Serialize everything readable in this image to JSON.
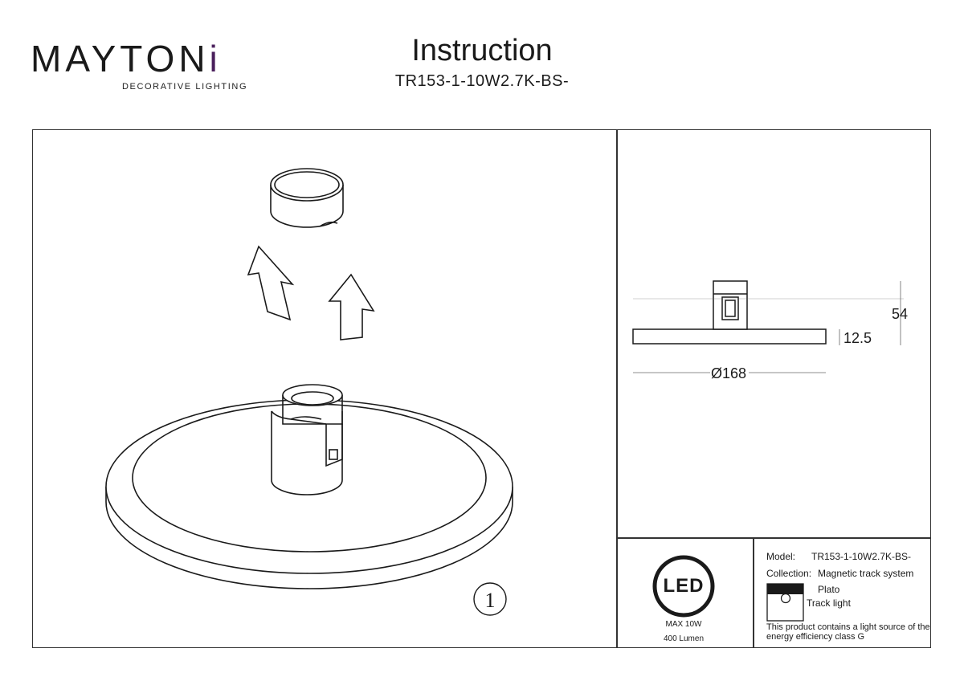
{
  "header": {
    "logo_text": "MAYTONi",
    "logo_subtitle": "DECORATIVE LIGHTING",
    "title": "Instruction",
    "model": "TR153-1-10W2.7K-BS-"
  },
  "illustration": {
    "step_number": "①"
  },
  "dimensions": {
    "height": "54",
    "thickness": "12.5",
    "diameter": "Ø168"
  },
  "led_badge": {
    "label": "LED",
    "power": "MAX 10W",
    "lumen": "400 Lumen"
  },
  "info": {
    "model_label": "Model:",
    "model_value": "TR153-1-10W2.7K-BS-",
    "collection_label": "Collection:",
    "collection_value": "Magnetic track system",
    "sub_collection": "Plato",
    "type": "Track light",
    "energy_note_line1": "This product contains a light source of the",
    "energy_note_line2": "energy efficiency class G"
  },
  "colors": {
    "accent": "#4a1f5c",
    "line": "#1a1a1a"
  }
}
